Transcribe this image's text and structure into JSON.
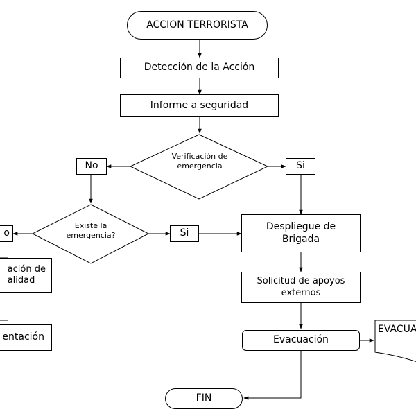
{
  "nodes": {
    "start": "ACCION TERRORISTA",
    "detection": "Detección de la Acción",
    "report": "Informe a seguridad",
    "verify_line1": "Verificación de",
    "verify_line2": "emergencia",
    "verify_no": "No",
    "verify_yes": "Si",
    "exists_line1": "Existe la",
    "exists_line2": "emergencia?",
    "exists_no": "o",
    "exists_yes": "Si",
    "left_box1_line1": "ación de",
    "left_box1_line2": "alidad",
    "left_box2": "entación",
    "deploy_line1": "Despliegue de",
    "deploy_line2": "Brigada",
    "support_line1": "Solicitud de apoyos",
    "support_line2": "externos",
    "evacuation": "Evacuación",
    "evacua_doc": "EVACUA",
    "end": "FIN"
  }
}
